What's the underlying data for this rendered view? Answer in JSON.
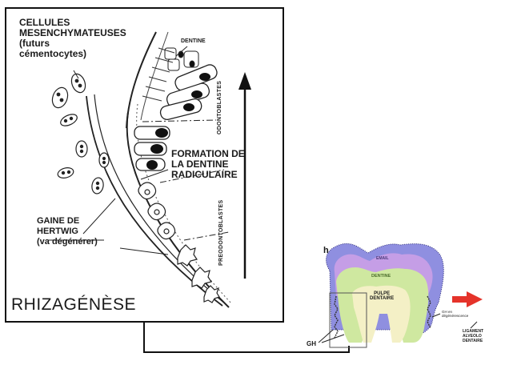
{
  "main_panel": {
    "mesenchymal_label": [
      "CELLULES",
      "MESENCHYMATEUSES",
      "(futurs",
      "cémentocytes)"
    ],
    "dentine_label": "DENTINE",
    "odontoblasts_label": "ODONTOBLASTES",
    "preodontoblasts_label": "PREODONTOBLASTES",
    "formation_label": [
      "FORMATION DE",
      "LA DENTINE",
      "RADICULAIRE"
    ],
    "hertwig_label": [
      "GAINE DE",
      "HERTWIG",
      "(va dégénérer)"
    ],
    "title": "RHIZAGÉNÈSE"
  },
  "inset": {
    "panel_letter": "h",
    "enamel_label": "EMAIL",
    "dentine_label": "DENTINE",
    "pulp_label": [
      "PULPE",
      "DENTAIRE"
    ],
    "gh_label": "GH",
    "gh_degen_label": [
      "GH en",
      "dégénérescence"
    ],
    "ligament_label": [
      "LIGAMENT",
      "ALVEOLO",
      "DENTAIRE"
    ]
  },
  "colors": {
    "enamel_blue": "#8f8fe0",
    "enamel_purple": "#c59ee6",
    "dentine_green": "#cfe8a0",
    "pulp_cream": "#f4f0c6",
    "arrow_red": "#e5332a"
  }
}
